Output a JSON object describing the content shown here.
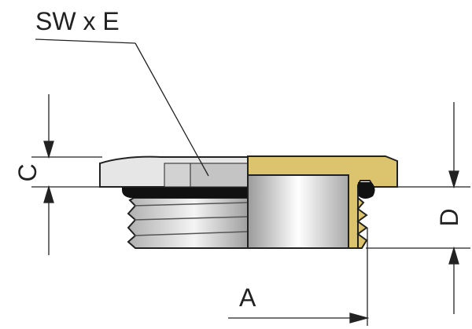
{
  "labels": {
    "sw_e": "SW x E",
    "c": "C",
    "d": "D",
    "a": "A"
  },
  "colors": {
    "brass": "#dcc36e",
    "metal": "#c8c8c8",
    "seal": "#111111",
    "line": "#222222"
  }
}
